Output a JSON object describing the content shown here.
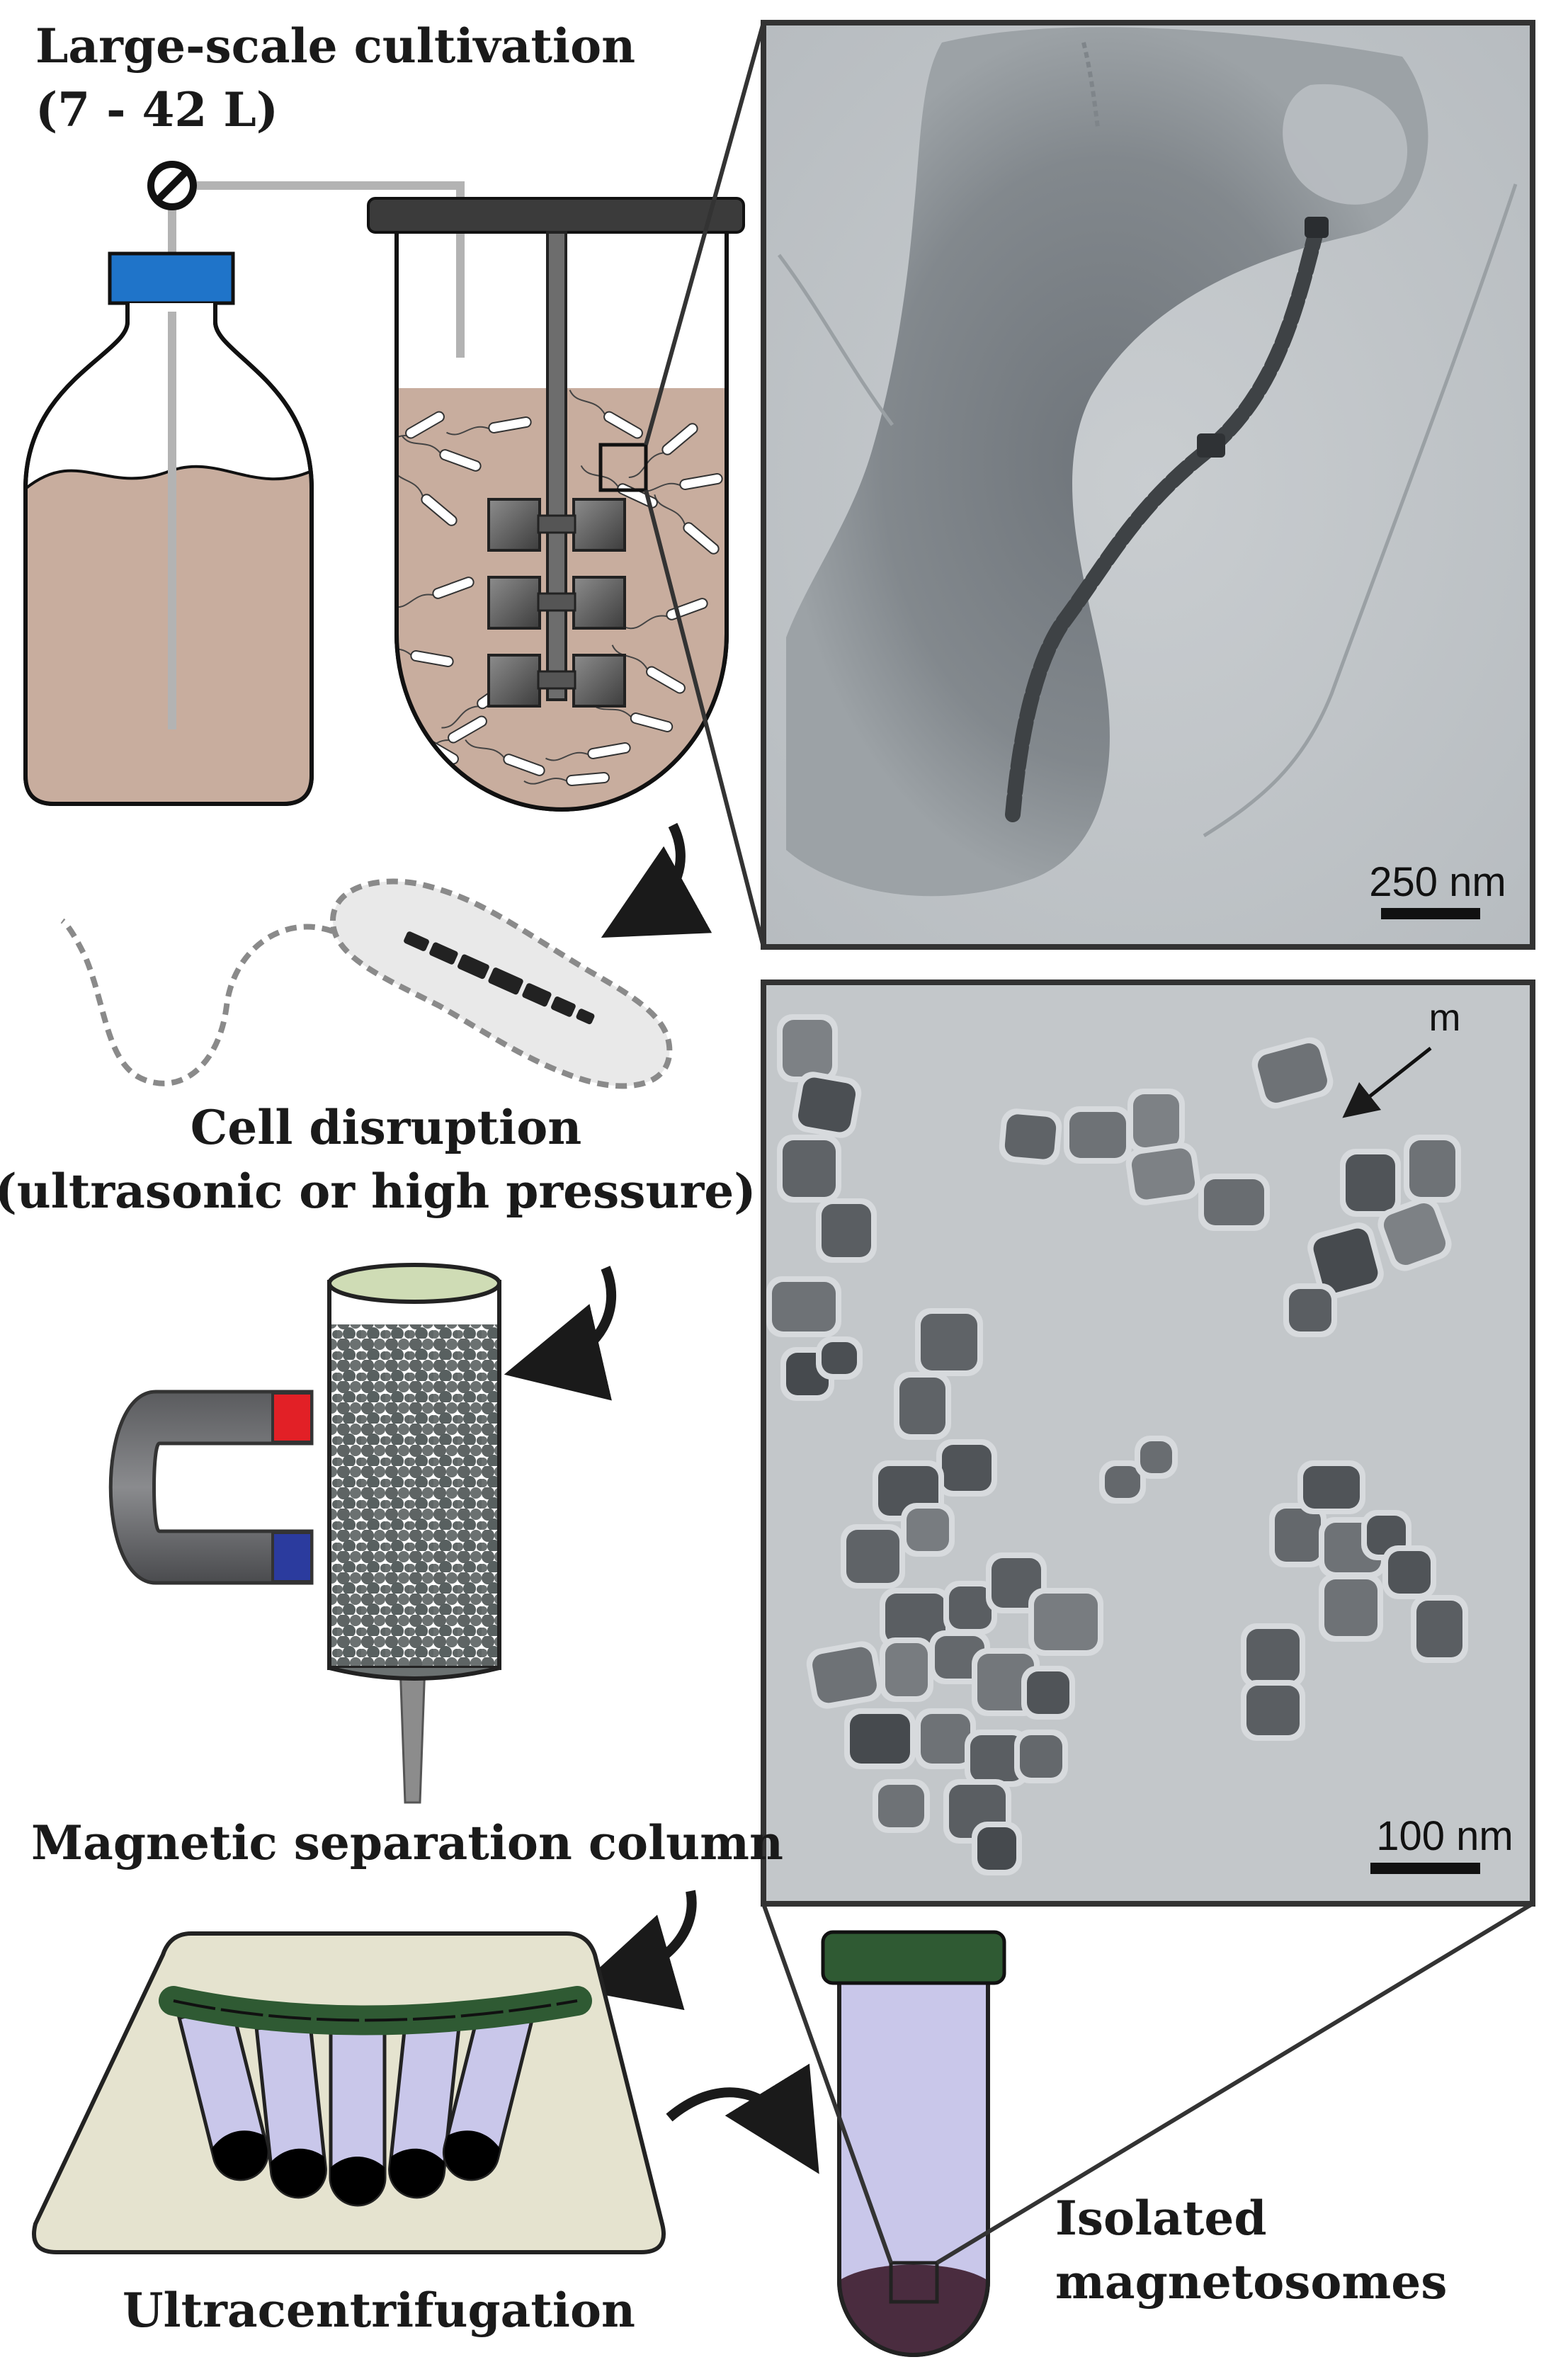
{
  "steps": {
    "cultivation": {
      "title": "Large-scale cultivation",
      "subtitle": "(7 - 42 L)"
    },
    "disruption": {
      "title": "Cell disruption",
      "subtitle": "(ultrasonic or high pressure)"
    },
    "separation": {
      "title": "Magnetic separation column"
    },
    "centrifugation": {
      "title": "Ultracentrifugation"
    },
    "isolated": {
      "line1": "Isolated",
      "line2": "magnetosomes"
    }
  },
  "micrographs": {
    "top": {
      "scale_label": "250 nm"
    },
    "bottom": {
      "scale_label": "100 nm",
      "annotation": "m"
    }
  },
  "colors": {
    "medium": "#c8ad9e",
    "bottle_cap": "#1f74c9",
    "magnet_north": "#e22026",
    "magnet_south": "#2b3b9e",
    "column_top": "#cfdcb5",
    "rotor_body": "#e5e3cf",
    "tube_liquid": "#c9c7ea",
    "tube_cap": "#2f5a33",
    "pellet": "#4a2c3f"
  }
}
